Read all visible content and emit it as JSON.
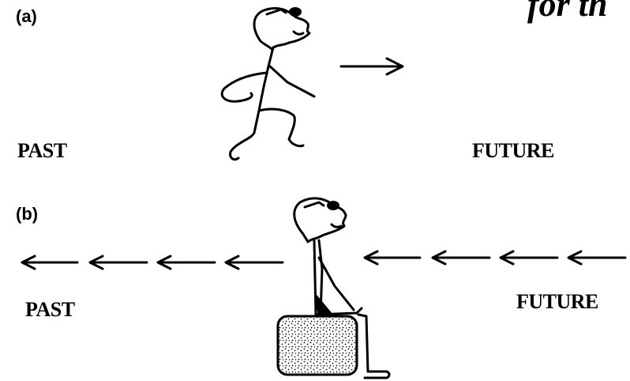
{
  "title_fragment": "for th",
  "panel_a": {
    "label": "(a)",
    "past_label": "PAST",
    "future_label": "FUTURE",
    "arrow_direction": "right"
  },
  "panel_b": {
    "label": "(b)",
    "past_label": "PAST",
    "future_label": "FUTURE",
    "arrow_direction": "left"
  },
  "colors": {
    "ink": "#000000",
    "background": "#ffffff",
    "rock_fill": "#d8d8d8"
  }
}
